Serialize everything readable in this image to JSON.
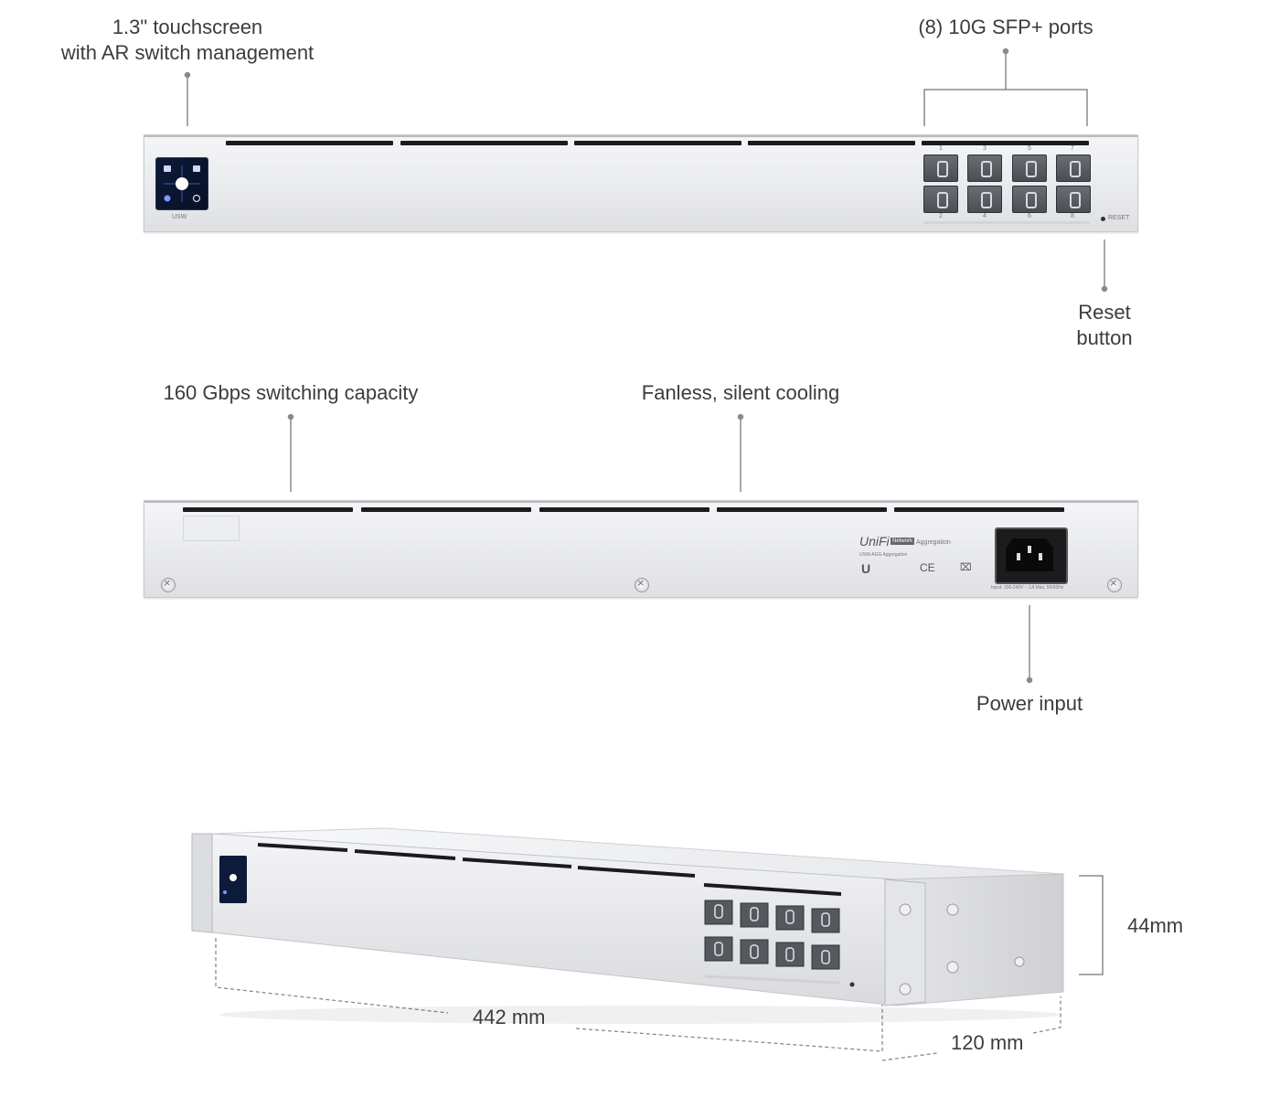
{
  "labels": {
    "touchscreen_line1": "1.3\" touchscreen",
    "touchscreen_line2": "with AR switch management",
    "sfp_ports": "(8) 10G SFP+ ports",
    "reset_line1": "Reset",
    "reset_line2": "button",
    "switching": "160 Gbps switching capacity",
    "cooling": "Fanless, silent cooling",
    "power": "Power input"
  },
  "device": {
    "front_badge": "USW",
    "reset_text": "RESET",
    "port_numbers_top": [
      "1",
      "3",
      "5",
      "7"
    ],
    "port_numbers_bottom": [
      "2",
      "4",
      "6",
      "8"
    ],
    "rear_brand": "UniFi",
    "rear_tag": "Network",
    "rear_product": "Aggregation",
    "rear_model": "USW-AGG Aggregation",
    "power_rating": "Input: 100-240V ~ 1A Max, 50/60Hz",
    "cert_marks": "CE"
  },
  "dimensions": {
    "width": "442 mm",
    "depth": "120 mm",
    "height": "44mm"
  },
  "colors": {
    "chassis": "#e9eaed",
    "vent": "#1b1b1d",
    "screen": "#0d1a3a",
    "leader": "#8a8a8a"
  }
}
